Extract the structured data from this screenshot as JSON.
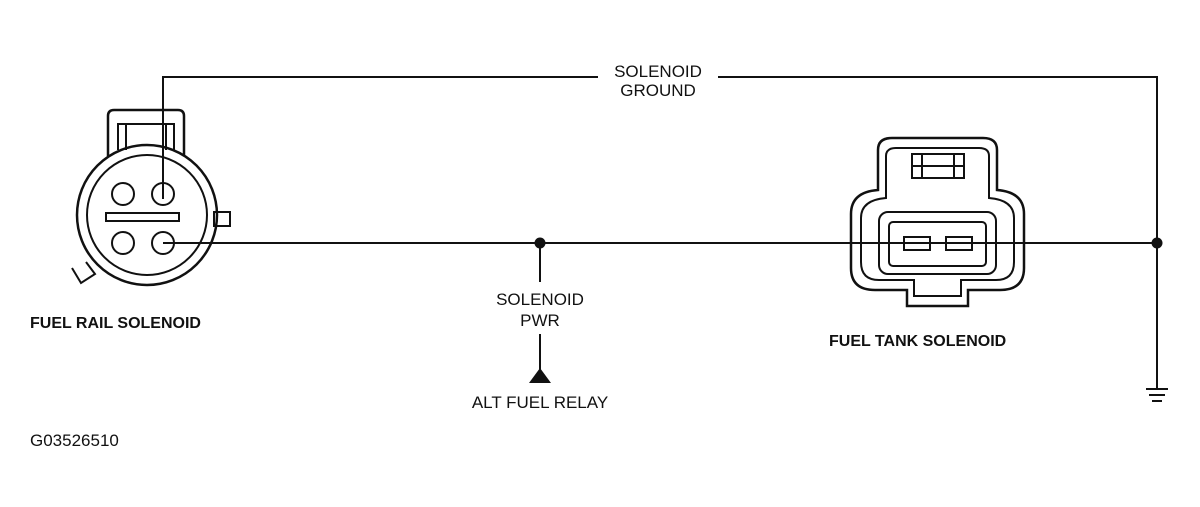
{
  "diagram": {
    "ground_wire_label": [
      "SOLENOID",
      "GROUND"
    ],
    "power_wire_label": [
      "SOLENOID",
      "PWR"
    ],
    "power_source": "ALT FUEL RELAY",
    "fuel_rail_solenoid": "FUEL RAIL SOLENOID",
    "fuel_tank_solenoid": "FUEL TANK SOLENOID",
    "figure_id": "G03526510"
  }
}
